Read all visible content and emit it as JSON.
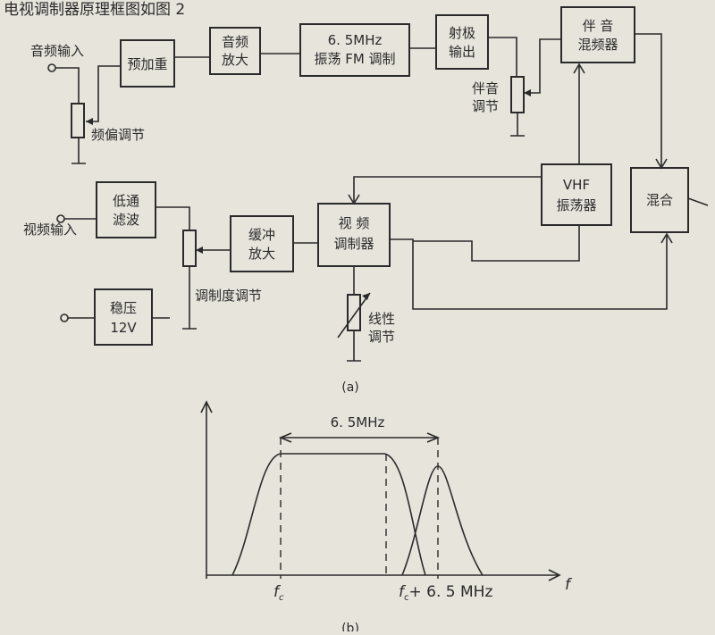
{
  "header_text": "电视调制器原理框图如图 2",
  "diagram_a": {
    "caption": "(a)",
    "inputs": {
      "audio_in": "音频输入",
      "video_in": "视频输入"
    },
    "knobs": {
      "deviation": "频偏调节",
      "sound_adj_1": "伴音",
      "sound_adj_2": "调节",
      "modulation_depth": "调制度调节",
      "linearity_1": "线性",
      "linearity_2": "调节"
    },
    "blocks": {
      "preemphasis": "预加重",
      "audio_amp_1": "音频",
      "audio_amp_2": "放大",
      "fm_osc_1": "6. 5MHz",
      "fm_osc_2": "振荡 FM 调制",
      "emitter_1": "射极",
      "emitter_2": "输出",
      "sound_mixer_1": "伴    音",
      "sound_mixer_2": "混频器",
      "lowpass_1": "低通",
      "lowpass_2": "滤波",
      "buffer_1": "缓冲",
      "buffer_2": "放大",
      "video_mod_1": "视    频",
      "video_mod_2": "调制器",
      "vhf_1": "VHF",
      "vhf_2": "振荡器",
      "mixer": "混合",
      "regulator_1": "稳压",
      "regulator_2": "12V"
    }
  },
  "diagram_b": {
    "caption": "(b)",
    "span_label": "6. 5MHz",
    "x_axis_label": "f",
    "tick_fc": "f",
    "tick_fc_sub": "c",
    "tick_fc2": "f",
    "tick_fc2_sub": "c",
    "tick_fc2_suffix": "+ 6. 5 MHz"
  }
}
